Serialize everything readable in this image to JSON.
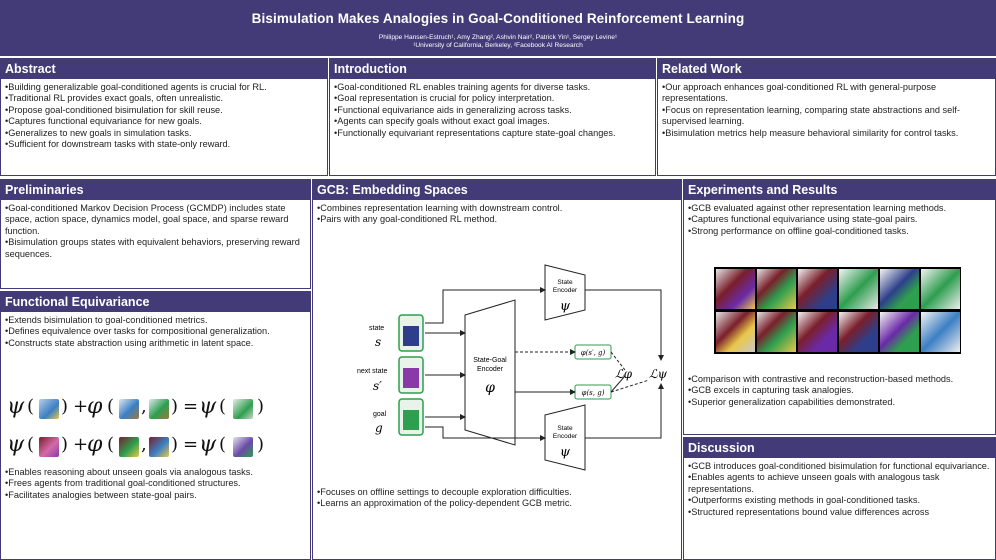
{
  "header": {
    "title": "Bisimulation Makes Analogies in Goal-Conditioned Reinforcement Learning",
    "authors": "Philippe Hansen-Estruch¹, Amy Zhang², Ashvin Nair², Patrick Yin¹, Sergey Levine¹",
    "affiliations": "¹University of California, Berkeley, ²Facebook AI Research"
  },
  "abstract": {
    "title": "Abstract",
    "items": [
      "•Building generalizable goal-conditioned agents is crucial for RL.",
      "•Traditional RL provides exact goals, often unrealistic.",
      "•Propose goal-conditioned bisimulation for skill reuse.",
      "•Captures functional equivariance for new goals.",
      "•Generalizes to new goals in simulation tasks.",
      "•Sufficient for downstream tasks with state-only reward."
    ]
  },
  "introduction": {
    "title": "Introduction",
    "items": [
      "•Goal-conditioned RL enables training agents for diverse tasks.",
      "•Goal representation is crucial for policy interpretation.",
      "•Functional equivariance aids in generalizing across tasks.",
      "•Agents can specify goals without exact goal images.",
      "•Functionally equivariant representations capture state-goal changes."
    ]
  },
  "related": {
    "title": "Related Work",
    "items": [
      "•Our approach enhances goal-conditioned RL with general-purpose representations.",
      "•Focus on representation learning, comparing state abstractions and self-supervised learning.",
      "•Bisimulation metrics help measure behavioral similarity for control tasks."
    ]
  },
  "preliminaries": {
    "title": "Preliminaries",
    "items": [
      "•Goal-conditioned Markov Decision Process (GCMDP) includes state space, action space, dynamics model, goal space, and sparse reward function.",
      "•Bisimulation groups states with equivalent behaviors, preserving reward sequences."
    ]
  },
  "functional": {
    "title": "Functional Equivariance",
    "items": [
      "•Extends bisimulation to goal-conditioned metrics.",
      "•Defines equivalence over tasks for compositional generalization.",
      "•Constructs state abstraction using arithmetic in latent space."
    ],
    "items_after": [
      "•Enables reasoning about unseen goals via analogous tasks.",
      "•Frees agents from traditional goal-conditioned structures.",
      "•Facilitates analogies between state-goal pairs."
    ],
    "eq": {
      "psi": "ψ",
      "phi": "φ",
      "plus": "+",
      "equals": "="
    }
  },
  "gcb": {
    "title": "GCB: Embedding Spaces",
    "items": [
      "•Combines representation learning with downstream control.",
      "•Pairs with any goal-conditioned RL method."
    ],
    "items_after": [
      "•Focuses on offline settings to decouple exploration difficulties.",
      "•Learns an approximation of the policy-dependent GCB metric."
    ],
    "diagram": {
      "state_label": "state",
      "state_sym": "s",
      "next_state_label": "next state",
      "next_state_sym": "s′",
      "goal_label": "goal",
      "goal_sym": "g",
      "encoder_mid_line1": "State-Goal",
      "encoder_mid_line2": "Encoder",
      "encoder_mid_sym": "φ",
      "encoder_top_line1": "State",
      "encoder_top_line2": "Encoder",
      "encoder_top_sym": "ψ",
      "encoder_bot_line1": "State",
      "encoder_bot_line2": "Encoder",
      "encoder_bot_sym": "ψ",
      "phi_sg_next": "φ(s′, g)",
      "phi_sg": "φ(s, g)",
      "loss_phi": "ℒφ",
      "loss_psi": "ℒψ"
    }
  },
  "experiments": {
    "title": "Experiments and Results",
    "items": [
      "•GCB evaluated against other representation learning methods.",
      "•Captures functional equivariance using state-goal pairs.",
      "•Strong performance on offline goal-conditioned tasks."
    ],
    "items_after": [
      "•Comparison with contrastive and reconstruction-based methods.",
      "•GCB excels in capturing task analogies.",
      "•Superior generalization capabilities demonstrated."
    ]
  },
  "discussion": {
    "title": "Discussion",
    "items": [
      "•GCB introduces goal-conditioned bisimulation for functional equivariance.",
      "•Enables agents to achieve unseen goals with analogous task representations.",
      "•Outperforms existing methods in goal-conditioned tasks.",
      "•Structured representations bound value differences across"
    ]
  },
  "colors": {
    "primary": "#433a78",
    "accent_green": "#2e9e4f"
  }
}
